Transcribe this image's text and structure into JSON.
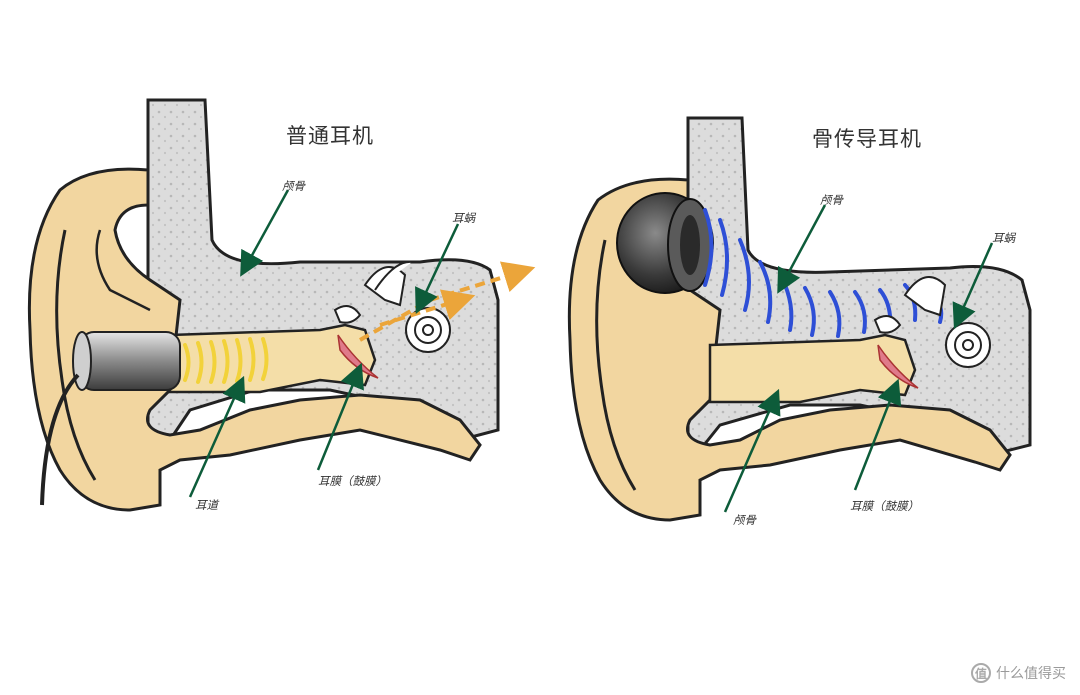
{
  "left_panel": {
    "title": "普通耳机",
    "labels": {
      "skull_bone": "颅骨",
      "cochlea": "耳蜗",
      "ear_canal": "耳道",
      "eardrum": "耳膜（鼓膜）"
    }
  },
  "right_panel": {
    "title": "骨传导耳机",
    "labels": {
      "skull_bone_top": "颅骨",
      "cochlea": "耳蜗",
      "skull_bone_bottom": "颅骨",
      "eardrum": "耳膜（鼓膜）"
    }
  },
  "watermark": {
    "icon": "值",
    "text": "什么值得买"
  },
  "colors": {
    "skin": "#f2d6a0",
    "skin_dark": "#d9b57a",
    "bone": "#d9d9d9",
    "pointer": "#0d5c3a",
    "sound_wave_yellow": "#f2d23a",
    "sound_arrow_orange": "#eba53a",
    "vibration_blue": "#2e4fd6",
    "eardrum": "#e07a8a"
  }
}
